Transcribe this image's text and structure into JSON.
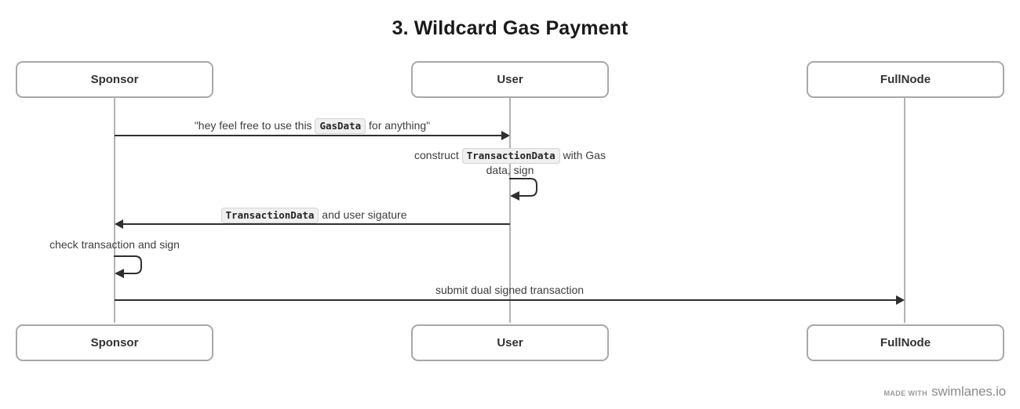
{
  "title": "3. Wildcard Gas Payment",
  "participants": [
    {
      "id": "sponsor",
      "label": "Sponsor"
    },
    {
      "id": "user",
      "label": "User"
    },
    {
      "id": "fullnode",
      "label": "FullNode"
    }
  ],
  "messages": [
    {
      "id": "m1",
      "type": "arrow",
      "direction": "right",
      "from": "sponsor",
      "to": "user",
      "label_parts": [
        {
          "kind": "text",
          "value": "\"hey feel free to use this "
        },
        {
          "kind": "code",
          "value": "GasData"
        },
        {
          "kind": "text",
          "value": " for anything\""
        }
      ],
      "label_plain": "\"hey feel free to use this GasData for anything\""
    },
    {
      "id": "m2",
      "type": "self",
      "on": "user",
      "label_parts": [
        {
          "kind": "text",
          "value": "construct "
        },
        {
          "kind": "code",
          "value": "TransactionData"
        },
        {
          "kind": "text",
          "value": " with Gas data, sign"
        }
      ],
      "label_plain": "construct TransactionData with Gas data, sign"
    },
    {
      "id": "m3",
      "type": "arrow",
      "direction": "left",
      "from": "user",
      "to": "sponsor",
      "label_parts": [
        {
          "kind": "code",
          "value": "TransactionData"
        },
        {
          "kind": "text",
          "value": " and user sigature"
        }
      ],
      "label_plain": "TransactionData and user sigature"
    },
    {
      "id": "m4",
      "type": "self",
      "on": "sponsor",
      "label_parts": [
        {
          "kind": "text",
          "value": "check transaction and sign"
        }
      ],
      "label_plain": "check transaction and sign"
    },
    {
      "id": "m5",
      "type": "arrow",
      "direction": "right",
      "from": "sponsor",
      "to": "fullnode",
      "label_parts": [
        {
          "kind": "text",
          "value": "submit dual signed transaction"
        }
      ],
      "label_plain": "submit dual signed transaction"
    }
  ],
  "watermark": {
    "made_with": "Made with",
    "brand": "swimlanes.io"
  },
  "colors": {
    "box_border": "#a8a8a8",
    "lifeline": "#b3b3b3",
    "arrow": "#2f2f2f",
    "title_text": "#1a1a1a",
    "label_text": "#3d3d3d",
    "code_bg": "#f0f0f0",
    "code_border": "#d4d4d4",
    "watermark_text": "#8c8c8c",
    "background": "#ffffff"
  }
}
